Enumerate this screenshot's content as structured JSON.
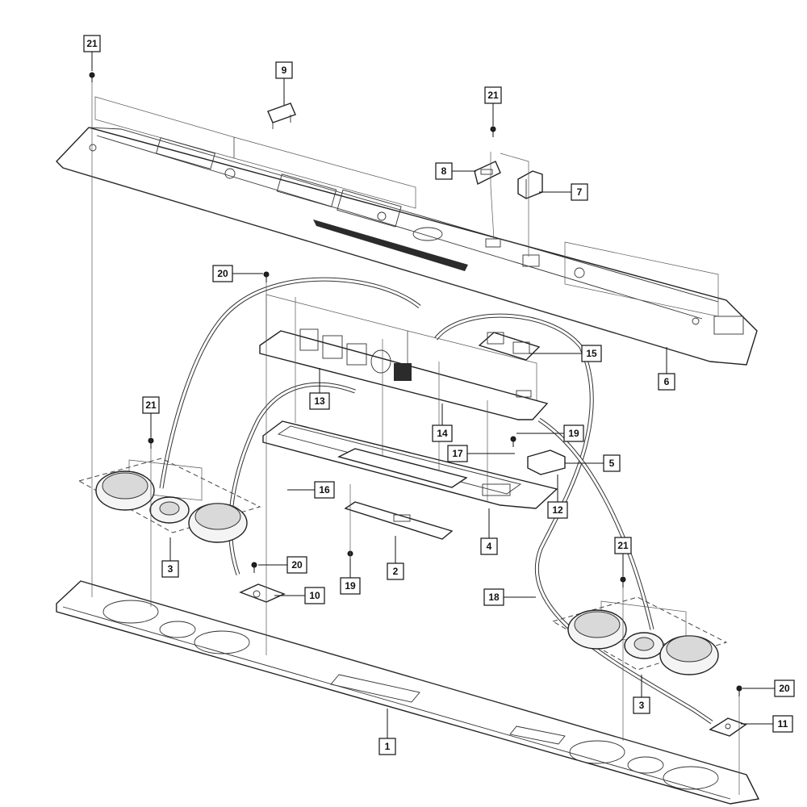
{
  "callouts": [
    {
      "id": "c21a",
      "text": "21"
    },
    {
      "id": "c9",
      "text": "9"
    },
    {
      "id": "c21b",
      "text": "21"
    },
    {
      "id": "c8",
      "text": "8"
    },
    {
      "id": "c7",
      "text": "7"
    },
    {
      "id": "c20a",
      "text": "20"
    },
    {
      "id": "c15",
      "text": "15"
    },
    {
      "id": "c6",
      "text": "6"
    },
    {
      "id": "c13",
      "text": "13"
    },
    {
      "id": "c21c",
      "text": "21"
    },
    {
      "id": "c14",
      "text": "14"
    },
    {
      "id": "c19a",
      "text": "19"
    },
    {
      "id": "c17",
      "text": "17"
    },
    {
      "id": "c5",
      "text": "5"
    },
    {
      "id": "c16",
      "text": "16"
    },
    {
      "id": "c12",
      "text": "12"
    },
    {
      "id": "c4",
      "text": "4"
    },
    {
      "id": "c3a",
      "text": "3"
    },
    {
      "id": "c20b",
      "text": "20"
    },
    {
      "id": "c2",
      "text": "2"
    },
    {
      "id": "c21d",
      "text": "21"
    },
    {
      "id": "c10",
      "text": "10"
    },
    {
      "id": "c19b",
      "text": "19"
    },
    {
      "id": "c18",
      "text": "18"
    },
    {
      "id": "c3b",
      "text": "3"
    },
    {
      "id": "c20c",
      "text": "20"
    },
    {
      "id": "c11",
      "text": "11"
    },
    {
      "id": "c1",
      "text": "1"
    }
  ]
}
